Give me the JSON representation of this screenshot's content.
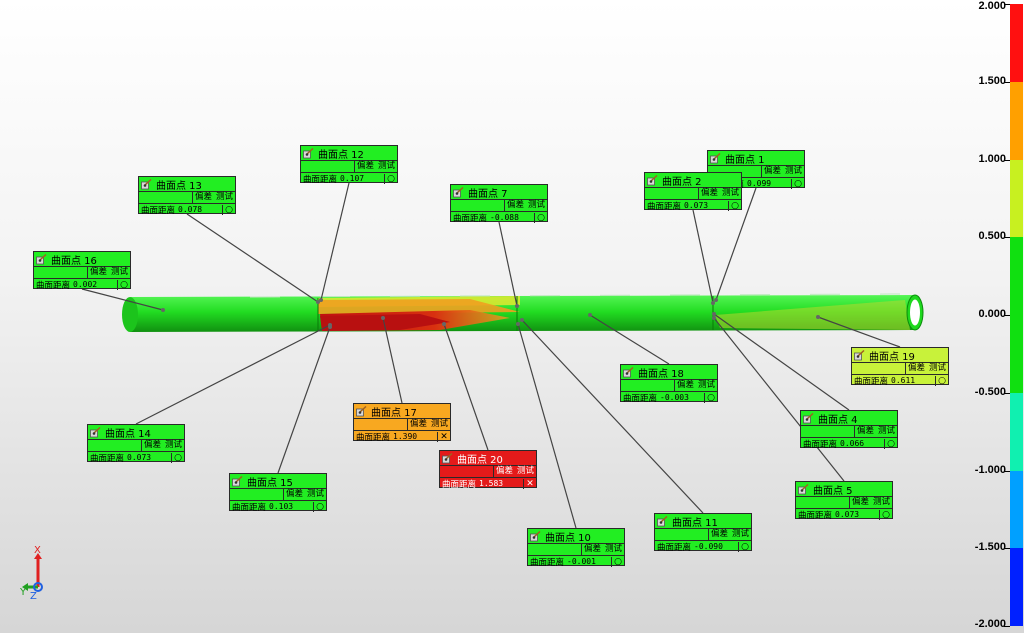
{
  "colors": {
    "green": "#22ee22",
    "yellow_green": "#c8f23a",
    "orange": "#f8a820",
    "red": "#e41a1a"
  },
  "legend": {
    "ticks": [
      "2.000",
      "1.500",
      "1.000",
      "0.500",
      "0.000",
      "-0.500",
      "-1.000",
      "-1.500",
      "-2.000"
    ],
    "bands": [
      "#ff1010",
      "#ffa000",
      "#c8f020",
      "#10e010",
      "#10e010",
      "#10f0b0",
      "#00a0ff",
      "#0020ff"
    ]
  },
  "callouts": [
    {
      "id": "12",
      "title": "曲面点 12",
      "col1": "偏差",
      "col2": "测试",
      "name": "曲面距离",
      "value": "0.107",
      "status": "○",
      "state": "ok"
    },
    {
      "id": "13",
      "title": "曲面点 13",
      "col1": "偏差",
      "col2": "测试",
      "name": "曲面距离",
      "value": "0.078",
      "status": "○",
      "state": "ok"
    },
    {
      "id": "7",
      "title": "曲面点 7",
      "col1": "偏差",
      "col2": "测试",
      "name": "曲面距离",
      "value": "-0.088",
      "status": "○",
      "state": "ok"
    },
    {
      "id": "1",
      "title": "曲面点 1",
      "col1": "偏差",
      "col2": "测试",
      "name": "曲面距离",
      "value": "0.099",
      "status": "○",
      "state": "ok"
    },
    {
      "id": "2",
      "title": "曲面点 2",
      "col1": "偏差",
      "col2": "测试",
      "name": "曲面距离",
      "value": "0.073",
      "status": "○",
      "state": "ok"
    },
    {
      "id": "16",
      "title": "曲面点 16",
      "col1": "偏差",
      "col2": "测试",
      "name": "曲面距离",
      "value": "0.002",
      "status": "○",
      "state": "ok"
    },
    {
      "id": "19",
      "title": "曲面点 19",
      "col1": "偏差",
      "col2": "测试",
      "name": "曲面距离",
      "value": "0.611",
      "status": "○",
      "state": "warn"
    },
    {
      "id": "18",
      "title": "曲面点 18",
      "col1": "偏差",
      "col2": "测试",
      "name": "曲面距离",
      "value": "-0.003",
      "status": "○",
      "state": "ok"
    },
    {
      "id": "17",
      "title": "曲面点 17",
      "col1": "偏差",
      "col2": "测试",
      "name": "曲面距离",
      "value": "1.390",
      "status": "✕",
      "state": "orange"
    },
    {
      "id": "4",
      "title": "曲面点 4",
      "col1": "偏差",
      "col2": "测试",
      "name": "曲面距离",
      "value": "0.066",
      "status": "○",
      "state": "ok"
    },
    {
      "id": "14",
      "title": "曲面点 14",
      "col1": "偏差",
      "col2": "测试",
      "name": "曲面距离",
      "value": "0.073",
      "status": "○",
      "state": "ok"
    },
    {
      "id": "20",
      "title": "曲面点 20",
      "col1": "偏差",
      "col2": "测试",
      "name": "曲面距离",
      "value": "1.583",
      "status": "✕",
      "state": "red"
    },
    {
      "id": "15",
      "title": "曲面点 15",
      "col1": "偏差",
      "col2": "测试",
      "name": "曲面距离",
      "value": "0.103",
      "status": "○",
      "state": "ok"
    },
    {
      "id": "5",
      "title": "曲面点 5",
      "col1": "偏差",
      "col2": "测试",
      "name": "曲面距离",
      "value": "0.073",
      "status": "○",
      "state": "ok"
    },
    {
      "id": "11",
      "title": "曲面点 11",
      "col1": "偏差",
      "col2": "测试",
      "name": "曲面距离",
      "value": "-0.090",
      "status": "○",
      "state": "ok"
    },
    {
      "id": "10",
      "title": "曲面点 10",
      "col1": "偏差",
      "col2": "测试",
      "name": "曲面距离",
      "value": "-0.001",
      "status": "○",
      "state": "ok"
    }
  ],
  "triad": {
    "x": "X",
    "y": "Y",
    "z": "Z"
  }
}
